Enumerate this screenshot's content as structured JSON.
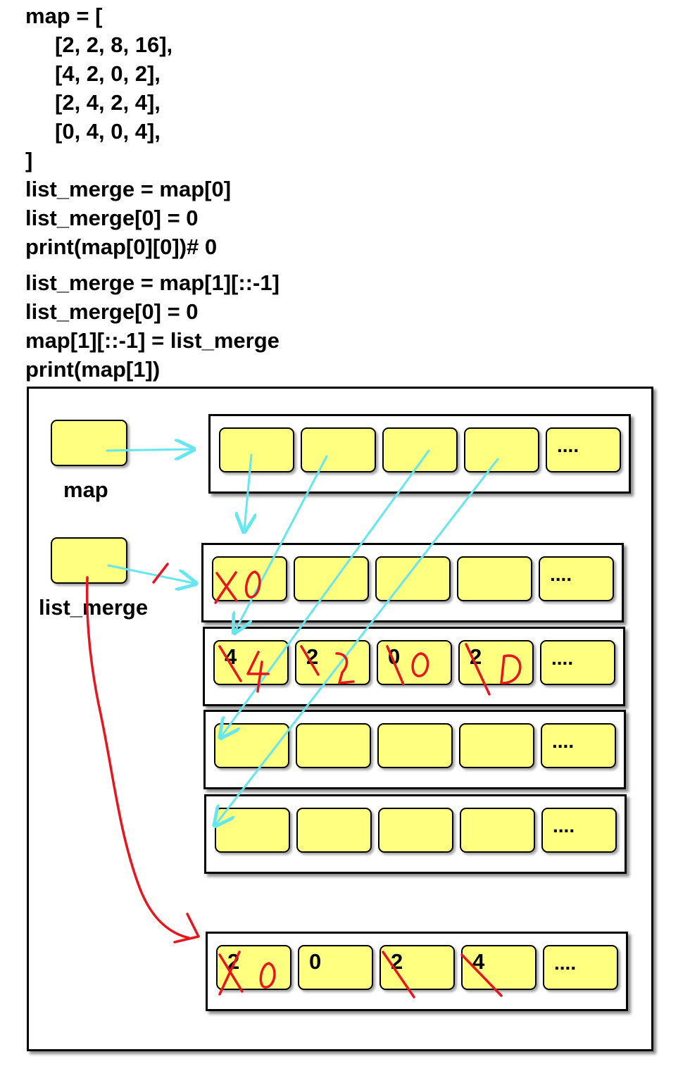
{
  "code": {
    "block1": [
      "map = [",
      "[2, 2, 8, 16],",
      "[4, 2, 0, 2],",
      "[2, 4, 2, 4],",
      "[0, 4, 0, 4],",
      "]"
    ],
    "block2": [
      "list_merge = map[0]",
      "list_merge[0] = 0",
      "print(map[0][0])# 0"
    ],
    "block3": [
      "list_merge = map[1][::-1]",
      "list_merge[0] = 0",
      "map[1][::-1] = list_merge",
      "print(map[1])"
    ]
  },
  "diagram": {
    "map_label": "map",
    "list_merge_label": "list_merge",
    "ellipsis": "....",
    "outer_list_cells": [
      "",
      "",
      "",
      ""
    ],
    "row0_cells": [
      "",
      "",
      "",
      ""
    ],
    "row1_cells": [
      "4",
      "2",
      "0",
      "2"
    ],
    "row2_cells": [
      "",
      "",
      "",
      ""
    ],
    "row3_cells": [
      "",
      "",
      "",
      ""
    ],
    "reversed_copy_cells": [
      "2",
      "0",
      "2",
      "4"
    ]
  },
  "colors": {
    "cell_fill": "#ffff80",
    "arrow_cyan": "#66e6ee",
    "annotation_red": "#e8141e"
  }
}
